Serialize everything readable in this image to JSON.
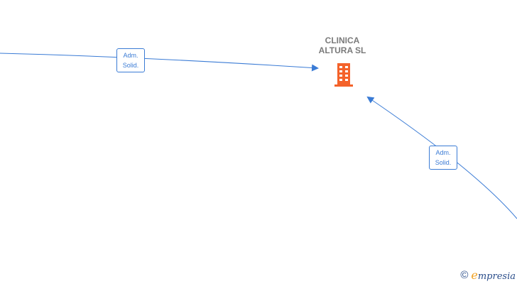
{
  "company": {
    "name_line1": "CLINICA",
    "name_line2": "ALTURA  SL",
    "icon": "building-icon",
    "icon_color": "#f4622a"
  },
  "relations": [
    {
      "label_line1": "Adm.",
      "label_line2": "Solid."
    },
    {
      "label_line1": "Adm.",
      "label_line2": "Solid."
    }
  ],
  "colors": {
    "edge": "#3a7bd5",
    "label_text": "#3a7bd5",
    "company_text": "#7a7a7a"
  },
  "watermark": {
    "symbol": "©",
    "brand_initial": "e",
    "brand_rest": "mpresia"
  }
}
